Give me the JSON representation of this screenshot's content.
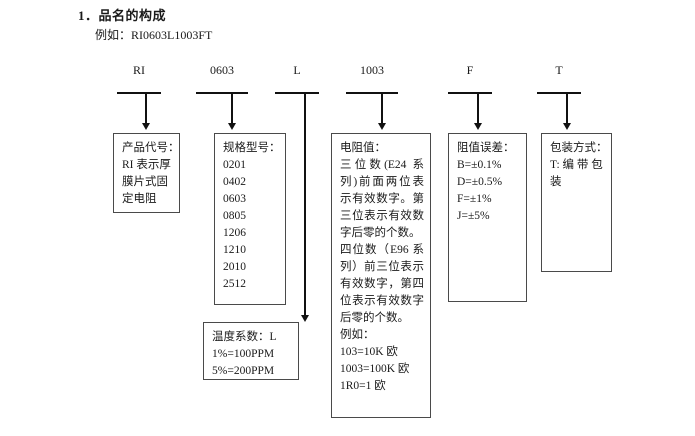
{
  "document": {
    "section_number": "1．",
    "section_title": "品名的构成",
    "example_label": "例如：RI0603L1003FT"
  },
  "part_code": {
    "segments": [
      {
        "code": "RI",
        "name": "product-code"
      },
      {
        "code": "0603",
        "name": "size-code"
      },
      {
        "code": "L",
        "name": "temperature-coefficient-code"
      },
      {
        "code": "1003",
        "name": "resistance-value-code"
      },
      {
        "code": "F",
        "name": "tolerance-code"
      },
      {
        "code": "T",
        "name": "packaging-code"
      }
    ]
  },
  "boxes": {
    "product": {
      "title": "产品代号：",
      "lines": [
        "RI 表示厚",
        "膜片式固",
        "定电阻"
      ]
    },
    "size": {
      "title": "规格型号：",
      "values": [
        "0201",
        "0402",
        "0603",
        "0805",
        "1206",
        "1210",
        "2010",
        "2512"
      ]
    },
    "temperature": {
      "title": "温度系数：L",
      "lines": [
        "1%=100PPM",
        "5%=200PPM"
      ]
    },
    "resistance": {
      "title": "电阻值：",
      "paragraph_e24": "三位数(E24 系列)前面两位表示有效数字。第三位表示有效数字后零的个数。",
      "paragraph_e96": "四位数（E96 系列）前三位表示有效数字，第四位表示有效数字后零的个数。",
      "example_label": "例如：",
      "examples": [
        "103=10K 欧",
        "1003=100K 欧",
        "1R0=1 欧"
      ]
    },
    "tolerance": {
      "title": "阻值误差：",
      "values": [
        "B=±0.1%",
        "D=±0.5%",
        "F=±1%",
        "J=±5%"
      ]
    },
    "packaging": {
      "title": "包装方式：",
      "lines": [
        "T: 编 带 包",
        "装"
      ]
    }
  },
  "colors": {
    "text": "#1a1a1a",
    "line": "#111111",
    "box_border": "#4a4a4a",
    "background": "#ffffff"
  }
}
